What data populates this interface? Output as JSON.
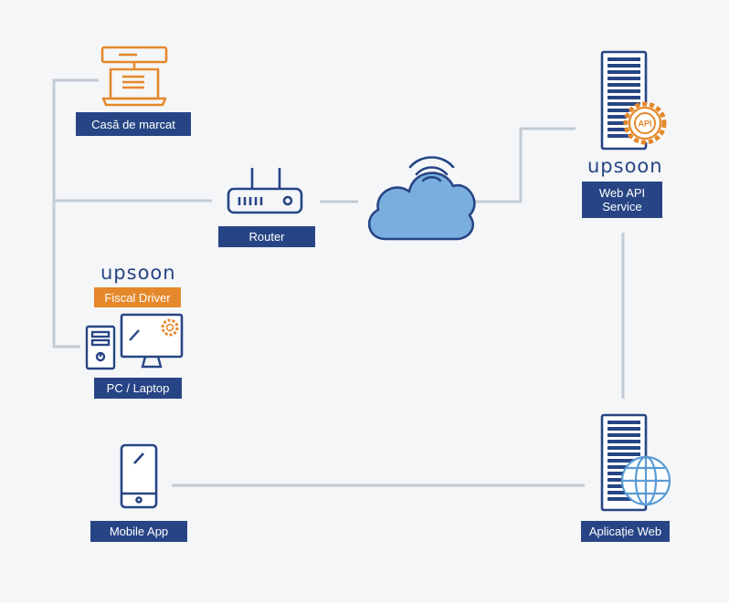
{
  "nodes": {
    "cash_register": {
      "label": "Casă de marcat"
    },
    "router": {
      "label": "Router"
    },
    "web_api": {
      "label_line1": "Web API",
      "label_line2": "Service",
      "brand": "upsoon",
      "badge": "API"
    },
    "fiscal_driver": {
      "brand": "upsoon",
      "label": "Fiscal Driver"
    },
    "pc": {
      "label": "PC / Laptop"
    },
    "mobile": {
      "label": "Mobile App"
    },
    "web_app": {
      "label": "Aplicație Web"
    }
  },
  "colors": {
    "navy": "#274585",
    "orange": "#e5882b",
    "connector": "#c2ccd4",
    "cloud_fill": "#79aedf",
    "background": "#f5f6f8"
  },
  "icons": [
    "cash-register-icon",
    "router-icon",
    "cloud-icon",
    "server-api-icon",
    "pc-tower-icon",
    "monitor-icon",
    "smartphone-icon",
    "server-globe-icon"
  ]
}
